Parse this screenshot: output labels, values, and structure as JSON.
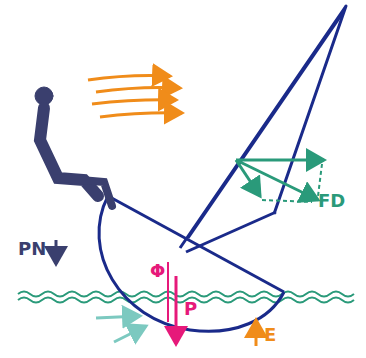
{
  "diagram": {
    "labels": [
      "PN",
      "FD",
      "Φ",
      "P",
      "E"
    ]
  }
}
